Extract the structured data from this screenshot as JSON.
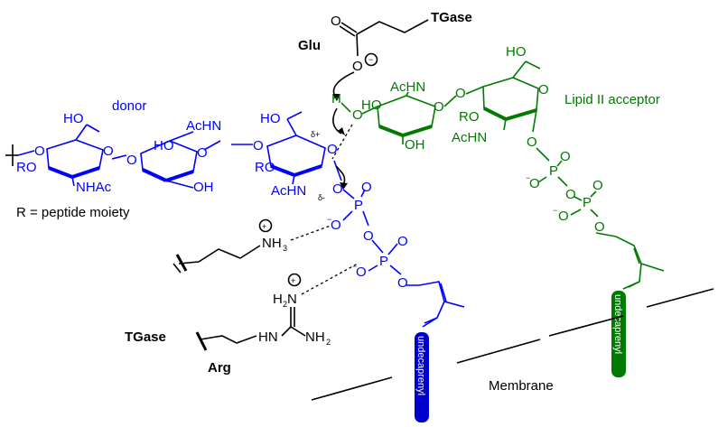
{
  "labels": {
    "tgase_top": "TGase",
    "glu": "Glu",
    "donor": "donor",
    "lipid_ii_acceptor": "Lipid II acceptor",
    "r_definition": "R = peptide moiety",
    "tgase_bottom": "TGase",
    "arg": "Arg",
    "membrane": "Membrane",
    "undecaprenyl_blue": "undecaprenyl",
    "undecaprenyl_green": "undecaprenyl"
  },
  "atoms": {
    "o": "O",
    "o_minus": "O",
    "minus": "−",
    "h": "H",
    "ho": "HO",
    "oh": "OH",
    "achn": "AcHN",
    "nhac": "NHAc",
    "ro": "RO",
    "p": "P",
    "o_neg": "O",
    "nh3": "NH",
    "sub3": "3",
    "h2n": "H",
    "sub2": "2",
    "n": "N",
    "hn": "HN",
    "nh2": "NH",
    "plus": "+",
    "delta_plus": "δ+",
    "delta_minus": "δ-"
  },
  "colors": {
    "donor": "#0000ff",
    "acceptor": "#007a00",
    "enzyme": "#000000"
  }
}
